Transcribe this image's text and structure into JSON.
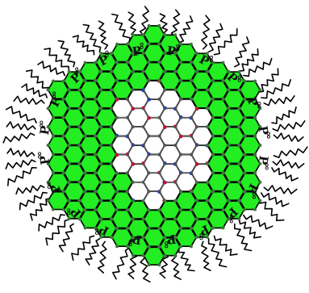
{
  "ligand": {
    "label": "P",
    "count": 20
  },
  "colors": {
    "shell": "#22ee22",
    "core": "#ffffff",
    "outline": "#000000",
    "heteroatom_red": "#c8102e",
    "heteroatom_blue": "#1f3fa8"
  },
  "particle": {
    "shape": "hexagon",
    "rings_per_side": 7
  }
}
